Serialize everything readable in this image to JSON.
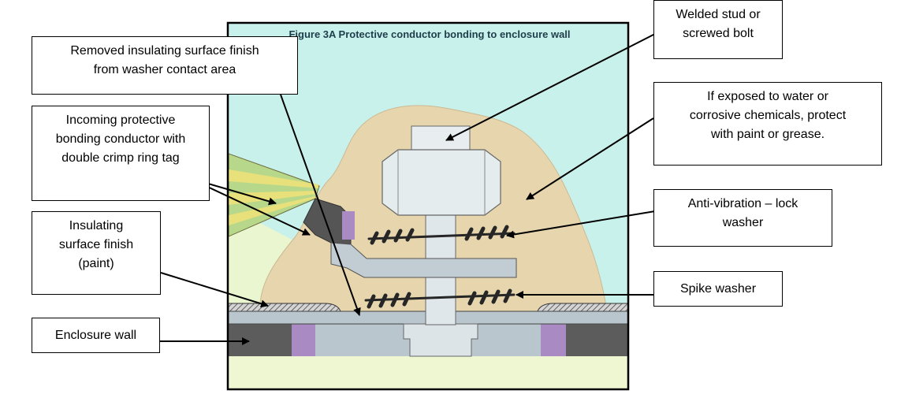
{
  "figure": {
    "title": "Figure 3A   Protective conductor bonding to enclosure wall"
  },
  "callouts": {
    "removed_finish": "Removed insulating surface finish\nfrom washer contact area",
    "incoming_conductor": "Incoming protective\nbonding conductor with\ndouble crimp ring tag",
    "insulating_finish": "Insulating\nsurface finish\n(paint)",
    "enclosure_wall": "Enclosure wall",
    "welded_stud": "Welded stud or\nscrewed bolt",
    "exposed_water": "If exposed to water or\ncorrosive chemicals, protect\nwith paint or grease.",
    "anti_vibration": "Anti-vibration – lock\nwasher",
    "spike_washer": "Spike washer"
  },
  "colors": {
    "sky": "#c9f1ec",
    "grease": "#e6d5ad",
    "wall_grey": "#5c5c5c",
    "washer": "#b9c6ce",
    "paint_purple": "#a98ac2",
    "ground": "#eef6d2",
    "cable_green": "#b7d88a",
    "cable_yellow": "#e8e07a",
    "lock_washer": "#262626"
  }
}
